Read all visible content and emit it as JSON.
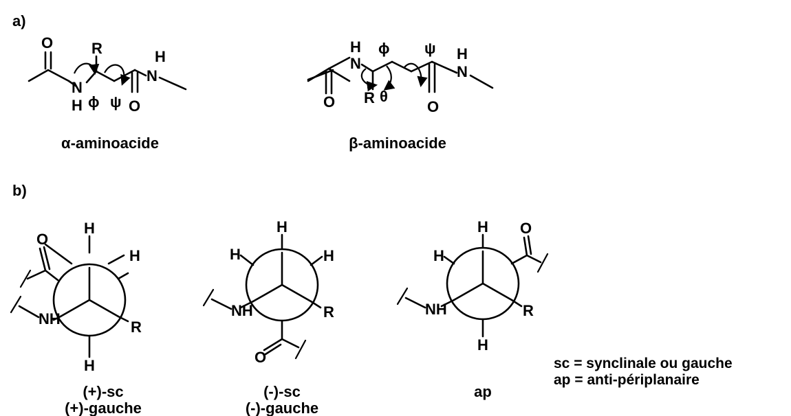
{
  "panel_a": {
    "label": "a)",
    "alpha": {
      "caption": "α-aminoacide",
      "atom_R": "R",
      "atom_H_top": "H",
      "atom_N_left": "N",
      "atom_H_left": "H",
      "atom_N_right": "N",
      "atom_O_left": "O",
      "atom_O_right": "O",
      "angle_phi": "ϕ",
      "angle_psi": "ψ"
    },
    "beta": {
      "caption": "β-aminoacide",
      "atom_H_left": "H",
      "atom_N_left": "N",
      "atom_H_right": "H",
      "atom_N_right": "N",
      "atom_O_left": "O",
      "atom_O_right": "O",
      "atom_R": "R",
      "angle_phi": "ϕ",
      "angle_psi": "ψ",
      "angle_theta": "θ"
    }
  },
  "panel_b": {
    "label": "b)",
    "newman1": {
      "caption_line1": "(+)-sc",
      "caption_line2": "(+)-gauche",
      "atom_O": "O",
      "atom_H_top": "H",
      "atom_H_right": "H",
      "atom_NH": "NH",
      "atom_R": "R",
      "atom_H_bottom": "H"
    },
    "newman2": {
      "caption_line1": "(-)-sc",
      "caption_line2": "(-)-gauche",
      "atom_H_top": "H",
      "atom_H_left": "H",
      "atom_H_right": "H",
      "atom_NH": "NH",
      "atom_R": "R",
      "atom_O": "O"
    },
    "newman3": {
      "caption": "ap",
      "atom_H_top": "H",
      "atom_O": "O",
      "atom_H_left": "H",
      "atom_NH": "NH",
      "atom_R": "R",
      "atom_H_bottom": "H"
    },
    "legend": {
      "line1": "sc = synclinale ou gauche",
      "line2": "ap = anti-périplanaire"
    }
  }
}
